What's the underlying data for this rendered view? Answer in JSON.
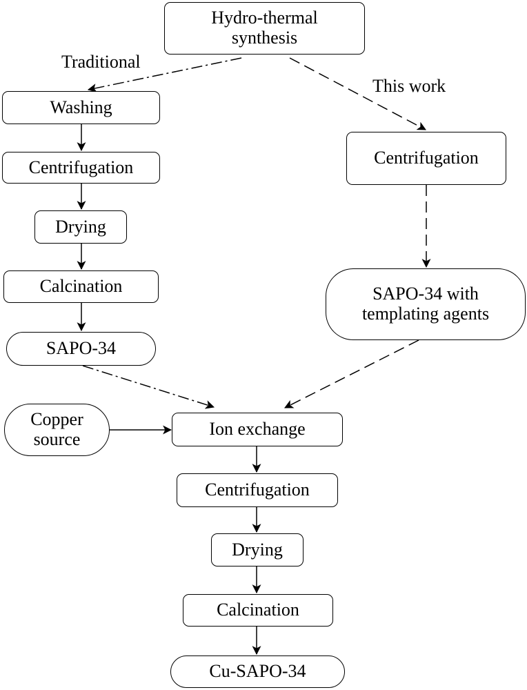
{
  "nodes": {
    "hydrothermal": {
      "line1": "Hydro-thermal",
      "line2": "synthesis"
    },
    "washing": "Washing",
    "centrifugation_traditional": "Centrifugation",
    "drying_traditional": "Drying",
    "calcination_traditional": "Calcination",
    "sapo34": "SAPO-34",
    "centrifugation_thiswork": "Centrifugation",
    "sapo34_templating": {
      "line1": "SAPO-34 with",
      "line2": "templating agents"
    },
    "copper_source": {
      "line1": "Copper",
      "line2": "source"
    },
    "ion_exchange": "Ion exchange",
    "centrifugation_final": "Centrifugation",
    "drying_final": "Drying",
    "calcination_final": "Calcination",
    "cu_sapo34": "Cu-SAPO-34"
  },
  "labels": {
    "traditional": "Traditional",
    "this_work": "This work"
  },
  "routes": {
    "traditional_style": "dash-dot",
    "this_work_style": "dashed",
    "common_style": "solid"
  },
  "colors": {
    "stroke": "#000000",
    "background": "#ffffff"
  }
}
